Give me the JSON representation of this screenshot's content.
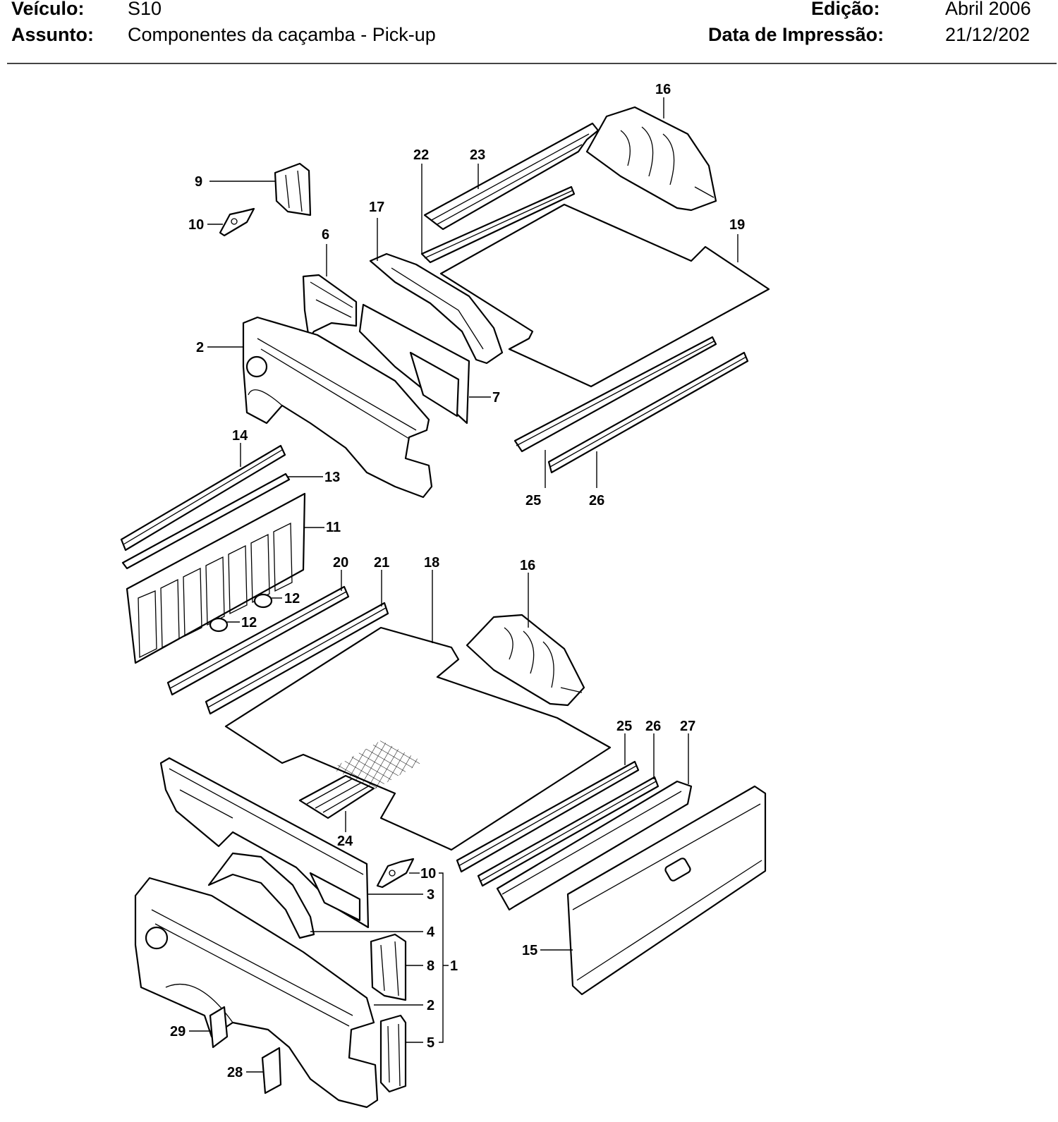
{
  "header": {
    "vehicle_label": "Veículo:",
    "vehicle_value": "S10",
    "subject_label": "Assunto:",
    "subject_value": "Componentes da caçamba - Pick-up",
    "edition_label": "Edição:",
    "edition_value": "Abril 2006",
    "print_date_label": "Data de Impressão:",
    "print_date_value": "21/12/202"
  },
  "callouts": {
    "c1": "1",
    "c2a": "2",
    "c2b": "2",
    "c3": "3",
    "c4": "4",
    "c5": "5",
    "c6": "6",
    "c7": "7",
    "c8": "8",
    "c9": "9",
    "c10a": "10",
    "c10b": "10",
    "c11": "11",
    "c12a": "12",
    "c12b": "12",
    "c13": "13",
    "c14": "14",
    "c15": "15",
    "c16a": "16",
    "c16b": "16",
    "c17": "17",
    "c18": "18",
    "c19": "19",
    "c20": "20",
    "c21": "21",
    "c22": "22",
    "c23": "23",
    "c24": "24",
    "c25a": "25",
    "c25b": "25",
    "c26a": "26",
    "c26b": "26",
    "c27": "27",
    "c28": "28",
    "c29": "29"
  }
}
